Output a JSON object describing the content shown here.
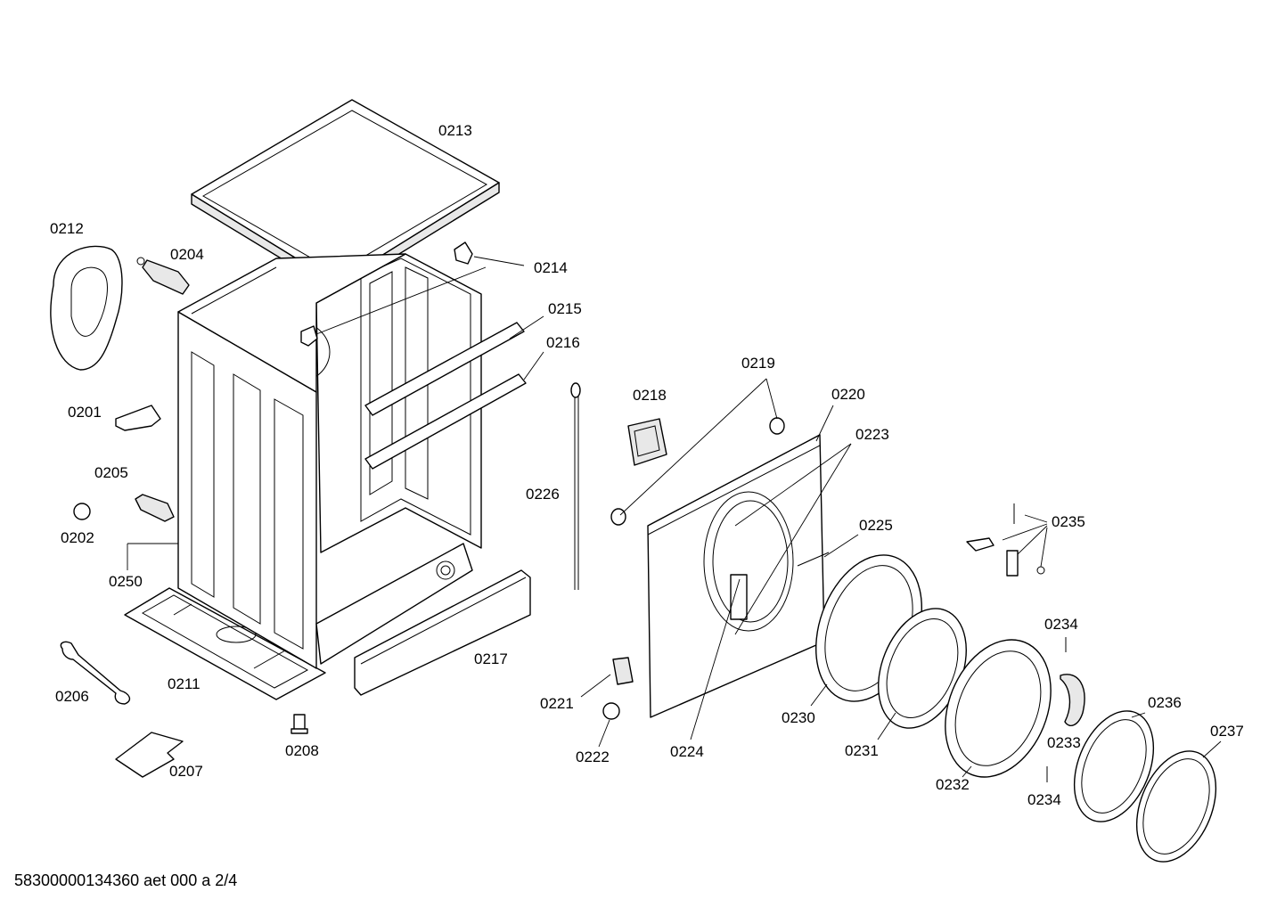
{
  "document_id": "58300000134360 aet 000 a 2/4",
  "callouts": {
    "c0201": "0201",
    "c0202": "0202",
    "c0204": "0204",
    "c0205": "0205",
    "c0206": "0206",
    "c0207": "0207",
    "c0208": "0208",
    "c0211": "0211",
    "c0212": "0212",
    "c0213": "0213",
    "c0214": "0214",
    "c0215": "0215",
    "c0216": "0216",
    "c0217": "0217",
    "c0218": "0218",
    "c0219": "0219",
    "c0220": "0220",
    "c0221": "0221",
    "c0222": "0222",
    "c0223": "0223",
    "c0224": "0224",
    "c0225": "0225",
    "c0226": "0226",
    "c0230": "0230",
    "c0231": "0231",
    "c0232": "0232",
    "c0233": "0233",
    "c0234a": "0234",
    "c0234b": "0234",
    "c0235": "0235",
    "c0236": "0236",
    "c0237": "0237",
    "c0250": "0250"
  }
}
